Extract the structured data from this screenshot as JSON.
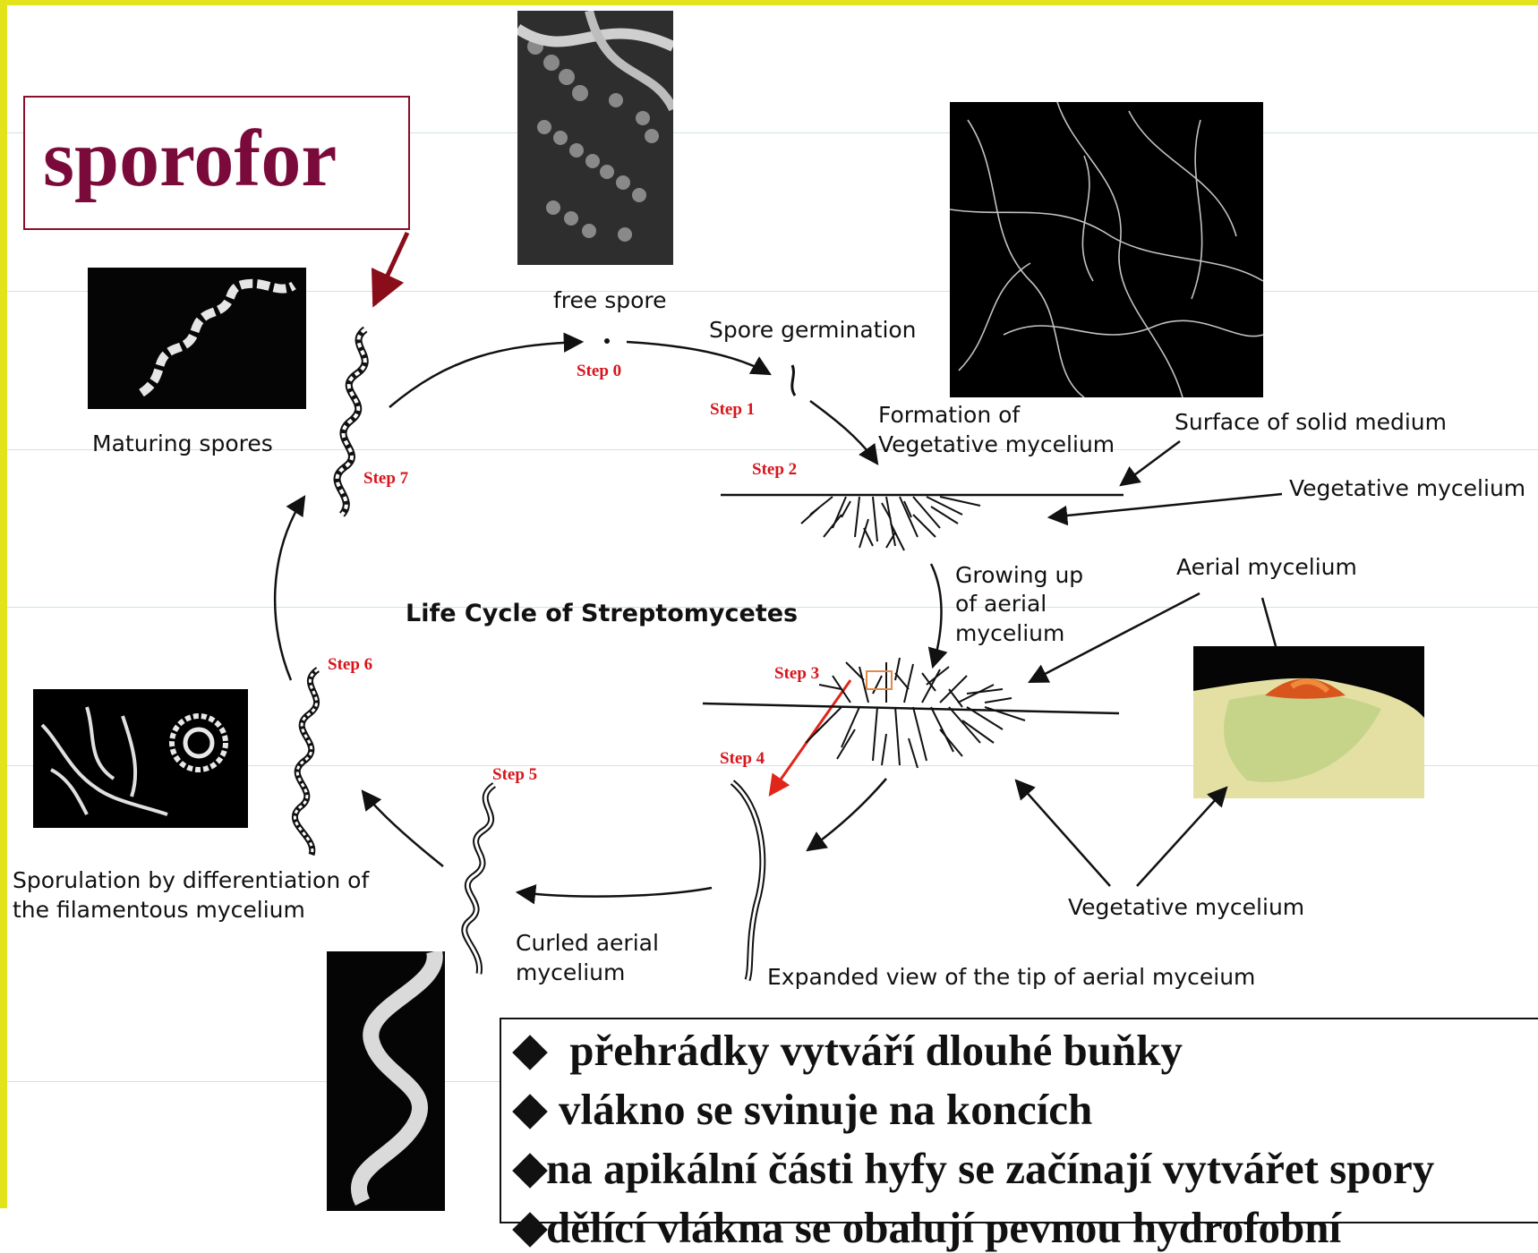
{
  "callout": {
    "title": "sporofor"
  },
  "diagram_title": "Life Cycle of Streptomycetes",
  "labels": {
    "free_spore": "free spore",
    "spore_germination": "Spore germination",
    "formation_of": "Formation of",
    "vegetative_mycelium_a": "Vegetative mycelium",
    "surface_medium": "Surface of solid medium",
    "vegetative_mycelium_b": "Vegetative mycelium",
    "maturing_spores": "Maturing spores",
    "growing_up": "Growing up",
    "of_aerial": "of aerial",
    "mycelium": "mycelium",
    "aerial_mycelium": "Aerial mycelium",
    "sporulation_1": "Sporulation by differentiation of",
    "sporulation_2": "the filamentous mycelium",
    "curled_1": "Curled aerial",
    "curled_2": "mycelium",
    "vegetative_mycelium_c": "Vegetative mycelium",
    "expanded_view": "Expanded view of the tip of aerial myceium"
  },
  "steps": [
    "Step 0",
    "Step 1",
    "Step 2",
    "Step 3",
    "Step 4",
    "Step 5",
    "Step 6",
    "Step 7"
  ],
  "bullets": [
    "přehrádky vytváří dlouhé buňky",
    "vlákno se svinuje na koncích",
    "na apikální části hyfy se začínají vytvářet spory",
    "dělící vlákna se obalují pevnou hydrofobní"
  ],
  "colors": {
    "border": "#e3e31c",
    "callout": "#7a0a3a",
    "step": "#d8141c"
  }
}
